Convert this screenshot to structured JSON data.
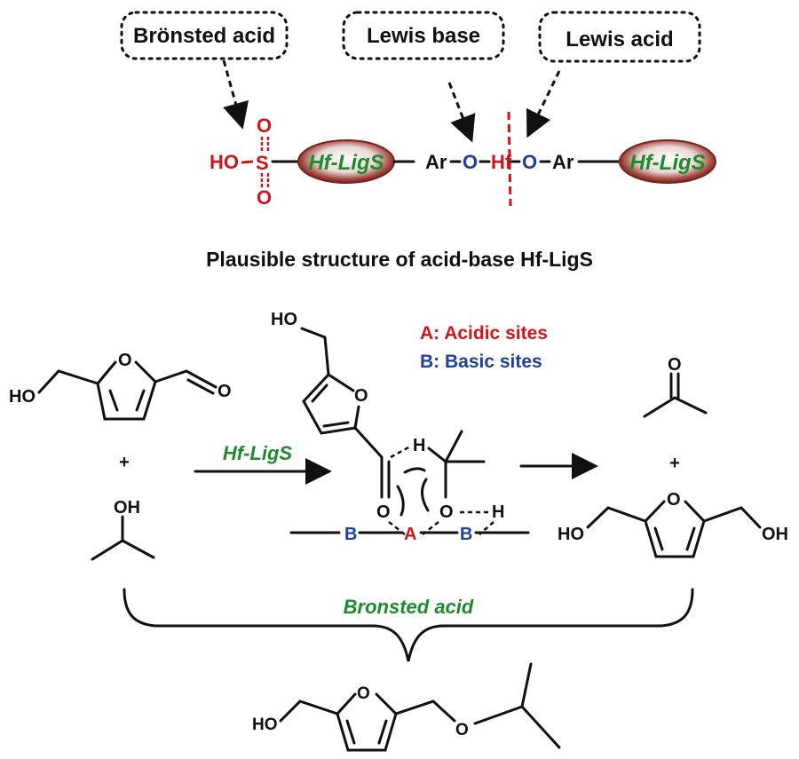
{
  "top_scheme": {
    "callouts": {
      "bronsted": "Brönsted acid",
      "lewis_base": "Lewis base",
      "lewis_acid": "Lewis acid"
    },
    "sulfonic_group": {
      "ho": "HO",
      "s": "S",
      "o_top": "O",
      "o_bottom": "O"
    },
    "ligand_label": "Hf-LigS",
    "chain": {
      "ar_left": "Ar",
      "o_left": "O",
      "hf": "Hf",
      "o_right": "O",
      "ar_right": "Ar"
    },
    "caption": "Plausible structure of acid-base Hf-LigS",
    "colors": {
      "acid_red": "#d0141c",
      "base_blue": "#1f3f9f",
      "ligand_green": "#1e8a2e",
      "ellipse_brown": "#8a2a24"
    }
  },
  "reaction": {
    "reactant1": {
      "ho": "HO",
      "ring_o": "O",
      "carbonyl_o": "O"
    },
    "plus1": "+",
    "reactant2": {
      "oh": "OH"
    },
    "catalyst": "Hf-LigS",
    "legend": {
      "acidic": "A: Acidic sites",
      "basic": "B: Basic sites"
    },
    "transition_state": {
      "ho": "HO",
      "ring_o": "O",
      "h_top": "H",
      "o_left": "O",
      "o_right": "O",
      "h_right": "H",
      "b_left": "B",
      "a_center": "A",
      "b_right": "B"
    },
    "product_acetone": {
      "o": "O"
    },
    "plus2": "+",
    "product_bhmf": {
      "ho": "HO",
      "ring_o": "O",
      "oh": "OH"
    },
    "bracket_label": "Bronsted acid",
    "ether_product": {
      "ho": "HO",
      "ring_o": "O",
      "ether_o": "O"
    }
  }
}
